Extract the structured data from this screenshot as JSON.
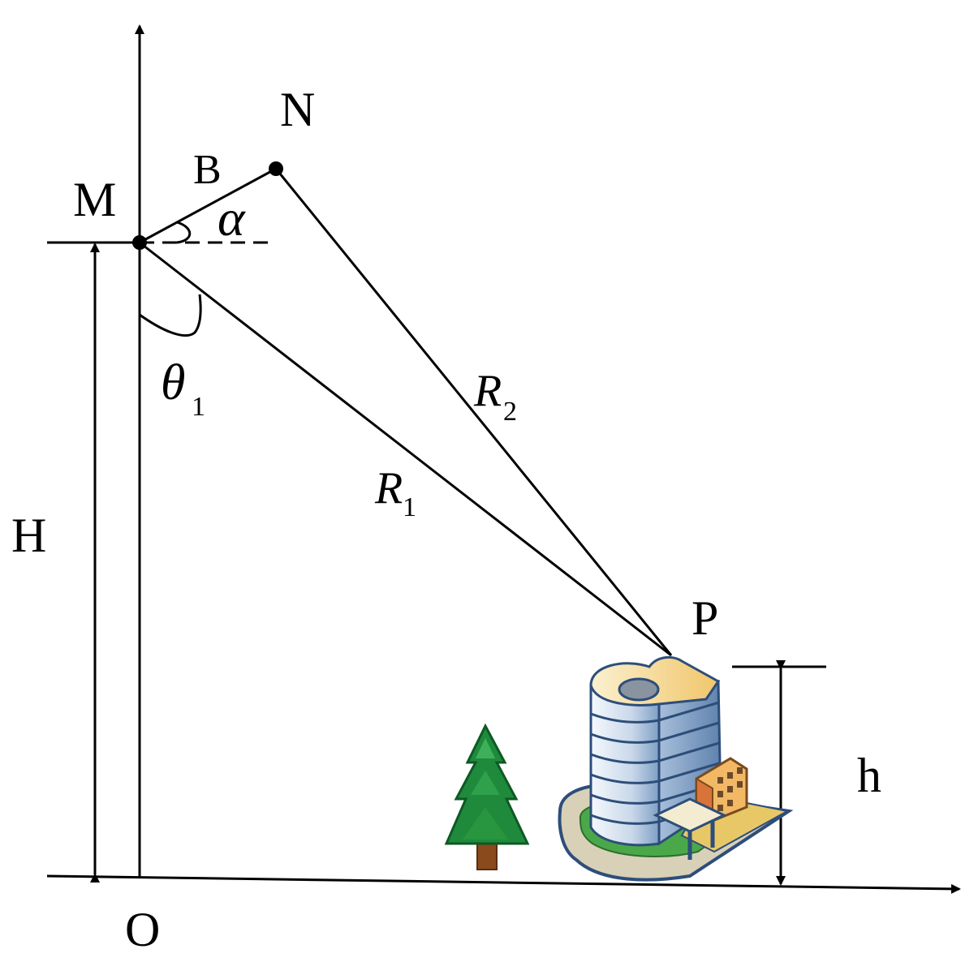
{
  "labels": {
    "M": "M",
    "N": "N",
    "B": "B",
    "alpha": "α",
    "theta": "θ",
    "theta_sub": "1",
    "R1": "R",
    "R1_sub": "1",
    "R2": "R",
    "R2_sub": "2",
    "P": "P",
    "H": "H",
    "h": "h",
    "O": "O"
  },
  "colors": {
    "line": "#000000",
    "building_wall": "#dfe8f2",
    "building_accent": "#f2cf7a",
    "building_outline": "#2d4e7a",
    "plaza": "#d9d0b8",
    "lawn": "#4aa84a",
    "tree_foliage": "#1f8a3c",
    "tree_trunk": "#8a4a1c"
  }
}
